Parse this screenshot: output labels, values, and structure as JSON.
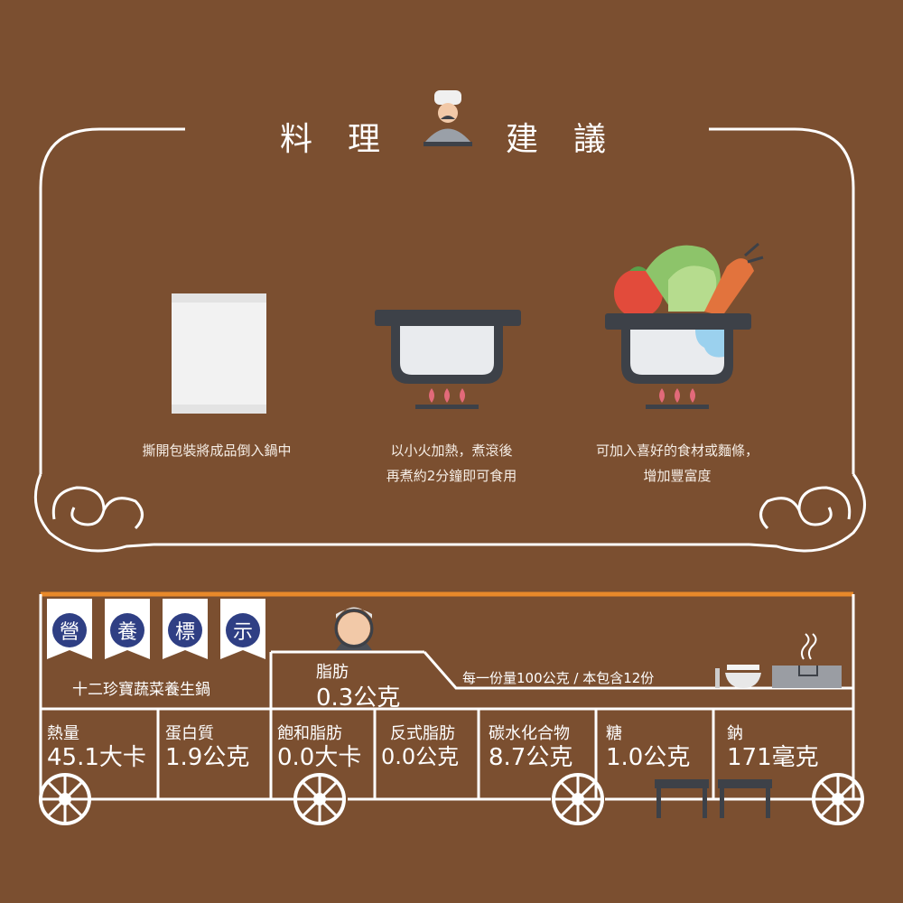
{
  "header": {
    "title_left_1": "料",
    "title_left_2": "理",
    "title_right_1": "建",
    "title_right_2": "議"
  },
  "steps": [
    {
      "icon": "sauce-packet-icon",
      "caption_line1": "撕開包裝將成品倒入鍋中",
      "caption_line2": ""
    },
    {
      "icon": "pot-on-flame-icon",
      "caption_line1": "以小火加熱，煮滾後",
      "caption_line2": "再煮約2分鐘即可食用"
    },
    {
      "icon": "pot-with-vegetables-icon",
      "caption_line1": "可加入喜好的食材或麵條，",
      "caption_line2": "增加豐富度"
    }
  ],
  "nutrition": {
    "flags": [
      "營",
      "養",
      "標",
      "示"
    ],
    "product_name": "十二珍寶蔬菜養生鍋",
    "fat_label": "脂肪",
    "fat_value": "0.3公克",
    "serving_info": "每一份量100公克 / 本包含12份",
    "items": [
      {
        "label": "熱量",
        "value": "45.1大卡"
      },
      {
        "label": "蛋白質",
        "value": "1.9公克"
      },
      {
        "label": "飽和脂肪",
        "value": "0.0大卡"
      },
      {
        "label": "反式脂肪",
        "value": "0.0公克"
      },
      {
        "label": "碳水化合物",
        "value": "8.7公克"
      },
      {
        "label": "糖",
        "value": "1.0公克"
      },
      {
        "label": "鈉",
        "value": "171毫克"
      }
    ]
  },
  "colors": {
    "background": "#7b4f30",
    "line": "#ffffff",
    "accent_orange": "#e8892a",
    "flag_blue": "#2f3f84"
  }
}
